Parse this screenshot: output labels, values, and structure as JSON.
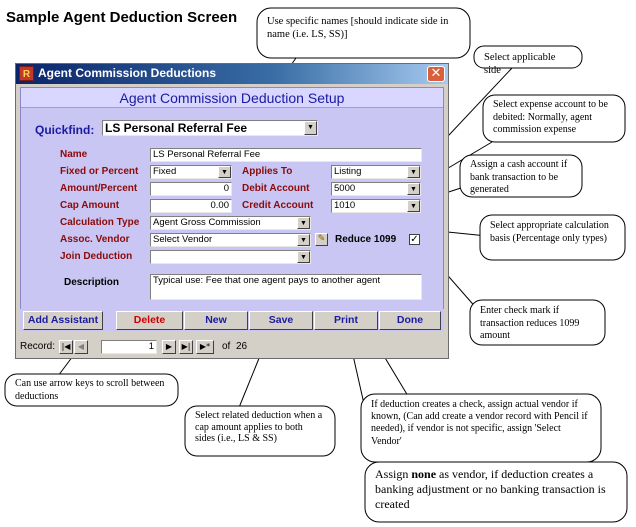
{
  "page_title": "Sample Agent Deduction Screen",
  "window": {
    "title": "Agent Commission Deductions",
    "close_label": "✕",
    "app_icon": "R",
    "header": "Agent Commission Deduction Setup"
  },
  "form": {
    "quickfind": {
      "label": "Quickfind:",
      "value": "LS Personal Referral Fee"
    },
    "name": {
      "label": "Name",
      "value": "LS Personal Referral Fee"
    },
    "fixed_or_percent": {
      "label": "Fixed or Percent",
      "value": "Fixed"
    },
    "applies_to": {
      "label": "Applies To",
      "value": "Listing"
    },
    "amount_percent": {
      "label": "Amount/Percent",
      "value": "0"
    },
    "debit_account": {
      "label": "Debit Account",
      "value": "5000"
    },
    "cap_amount": {
      "label": "Cap Amount",
      "value": "0.00"
    },
    "credit_account": {
      "label": "Credit Account",
      "value": "1010"
    },
    "calculation_type": {
      "label": "Calculation Type",
      "value": "Agent Gross Commission"
    },
    "assoc_vendor": {
      "label": "Assoc. Vendor",
      "value": "Select Vendor"
    },
    "reduce_1099": {
      "label": "Reduce 1099",
      "checked": true,
      "mark": "✓"
    },
    "join_deduction": {
      "label": "Join Deduction",
      "value": ""
    },
    "description": {
      "label": "Description",
      "value": "Typical use: Fee that one agent pays to another agent"
    },
    "pencil_icon": "✎",
    "dropdown_arrow": "▼"
  },
  "buttons": {
    "add_assistant": "Add Assistant",
    "delete": "Delete",
    "new": "New",
    "save": "Save",
    "print": "Print",
    "done": "Done"
  },
  "record_nav": {
    "label": "Record:",
    "first": "|◀",
    "prev": "◀",
    "current": "1",
    "next": "▶",
    "last": "▶|",
    "new": "▶*",
    "of_label": "of",
    "total": "26"
  },
  "colors": {
    "field_label": "#8b0a0a",
    "header_text": "#1a1aa3",
    "form_bg": "#c9c6f3",
    "delete_text": "#cc0000",
    "button_text": "#1a1aa3"
  },
  "callouts": {
    "names": "Use specific names [should indicate side in name (i.e. LS, SS)]",
    "side": "Select applicable side",
    "expense": "Select expense account to be debited: Normally, agent commission expense",
    "cash": "Assign a cash account if bank transaction to be generated",
    "calc": "Select appropriate calculation basis (Percentage only types)",
    "reduce": "Enter check mark if transaction reduces 1099 amount",
    "arrows": "Can use arrow keys to scroll between deductions",
    "related": "Select related deduction when a cap amount applies to both sides (i.e., LS & SS)",
    "vendor": "If deduction creates a check, assign actual vendor if known, (Can add create a vendor record with Pencil if needed), if vendor is not specific, assign 'Select Vendor'",
    "none_pre": "Assign ",
    "none_bold": "none",
    "none_post": " as vendor, if deduction creates a banking adjustment or no banking transaction is created"
  }
}
